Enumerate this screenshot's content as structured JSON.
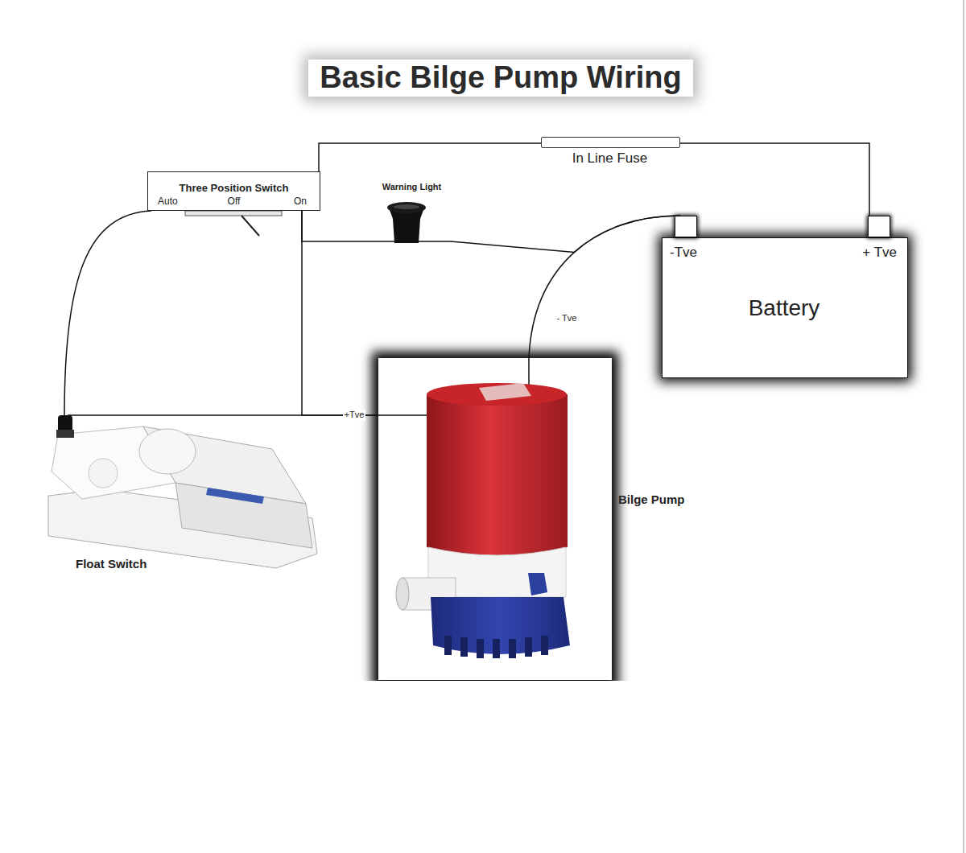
{
  "diagram": {
    "title": "Basic Bilge Pump Wiring",
    "nodes": [
      {
        "text": [
          "In Line Fuse"
        ]
      },
      {
        "text": [
          "Three Position Switch",
          "Auto",
          "Off",
          "On"
        ]
      },
      {
        "text": [
          "Warning Light"
        ]
      },
      {
        "text": [
          "-Tve",
          "+ Tve",
          "Battery"
        ]
      },
      {
        "text": [
          "Bilge Pump"
        ]
      },
      {
        "text": [
          "Float Switch"
        ]
      }
    ],
    "edges": [
      {
        "from": 3,
        "to": 0,
        "arrow": "none"
      },
      {
        "from": 0,
        "to": 1,
        "arrow": "none"
      },
      {
        "from": 1,
        "to": 5,
        "arrow": "none"
      },
      {
        "from": 1,
        "to": 2,
        "arrow": "none"
      },
      {
        "from": 1,
        "to": 4,
        "arrow": "none"
      },
      {
        "from": 5,
        "to": 4,
        "label": "+Tve",
        "arrow": "none"
      },
      {
        "from": 4,
        "to": 3,
        "label": "- Tve",
        "arrow": "none"
      },
      {
        "from": 2,
        "to": 3,
        "arrow": "none"
      }
    ]
  }
}
